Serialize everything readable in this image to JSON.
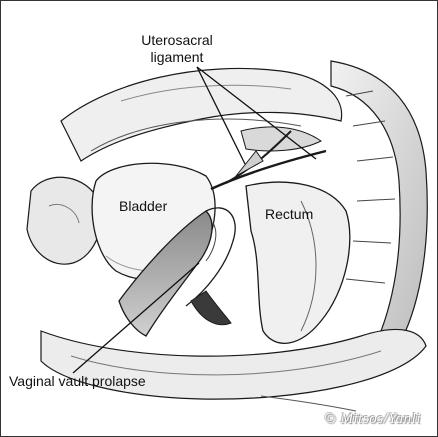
{
  "labels": {
    "uterosacral_line1": "Uterosacral",
    "uterosacral_line2": "ligament",
    "bladder": "Bladder",
    "rectum": "Rectum",
    "vaginal_vault": "Vaginal vault prolapse"
  },
  "credit": "© Mitsos/Yanli",
  "colors": {
    "line": "#1a1a1a",
    "shading": "#b9b9b9",
    "light_fill": "#e6e6e6",
    "dark_fill": "#555555",
    "background": "#ffffff"
  }
}
